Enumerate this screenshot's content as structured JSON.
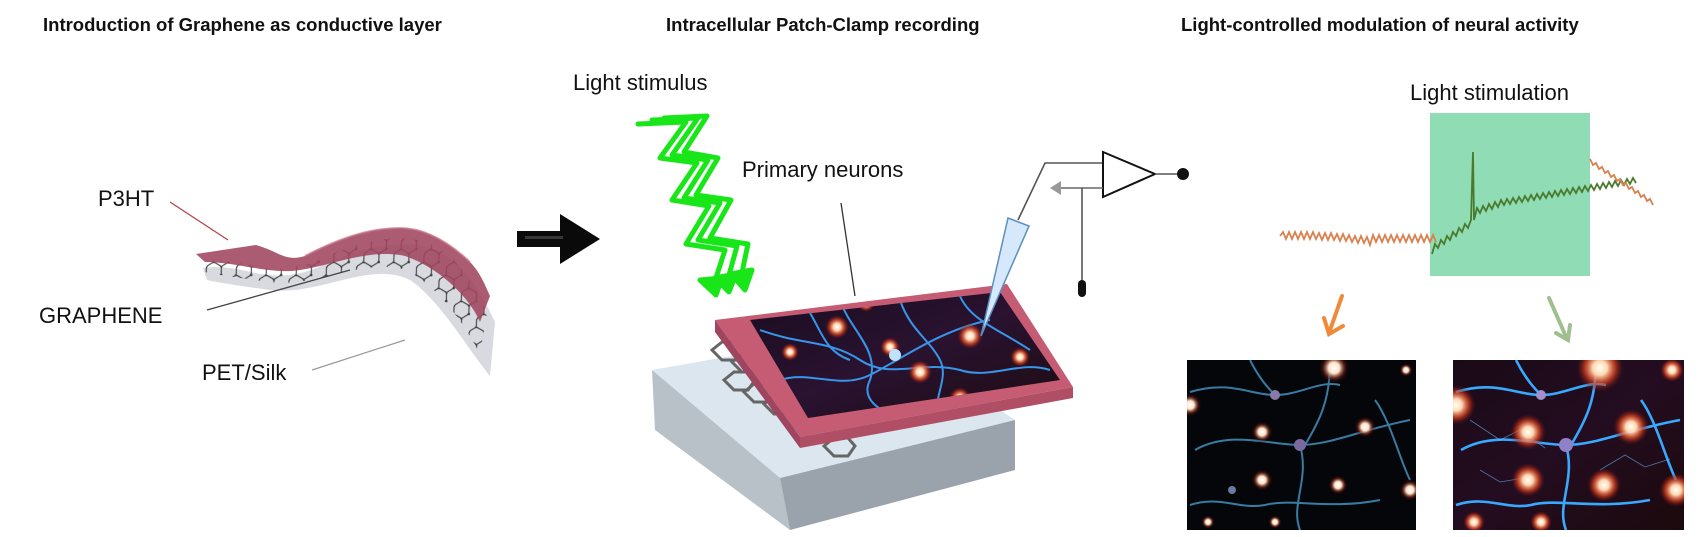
{
  "panels": [
    {
      "title": "Introduction of Graphene as conductive layer",
      "labels": {
        "p3ht": "P3HT",
        "graphene": "GRAPHENE",
        "substrate": "PET/Silk"
      }
    },
    {
      "title": "Intracellular Patch-Clamp recording",
      "labels": {
        "light": "Light stimulus",
        "neurons": "Primary neurons"
      }
    },
    {
      "title": "Light-controlled modulation of neural activity",
      "labels": {
        "stim": "Light stimulation"
      }
    }
  ],
  "colors": {
    "p3ht": "#a0455f",
    "graphene_lattice": "#333333",
    "substrate": "#d4d6db",
    "light": "#19e619",
    "pipette": "#d6e8fb",
    "stim_window": "#8fdcb5",
    "trace_dark": "#d9804e",
    "trace_light": "#4a7a2e",
    "arrow_dark": "#ef8a3a",
    "arrow_light": "#9fbf8f",
    "frame": "#c55c74"
  },
  "icons": {
    "process_arrow": "right-arrow-icon",
    "amplifier": "amplifier-icon",
    "electrode": "ground-electrode-icon"
  }
}
